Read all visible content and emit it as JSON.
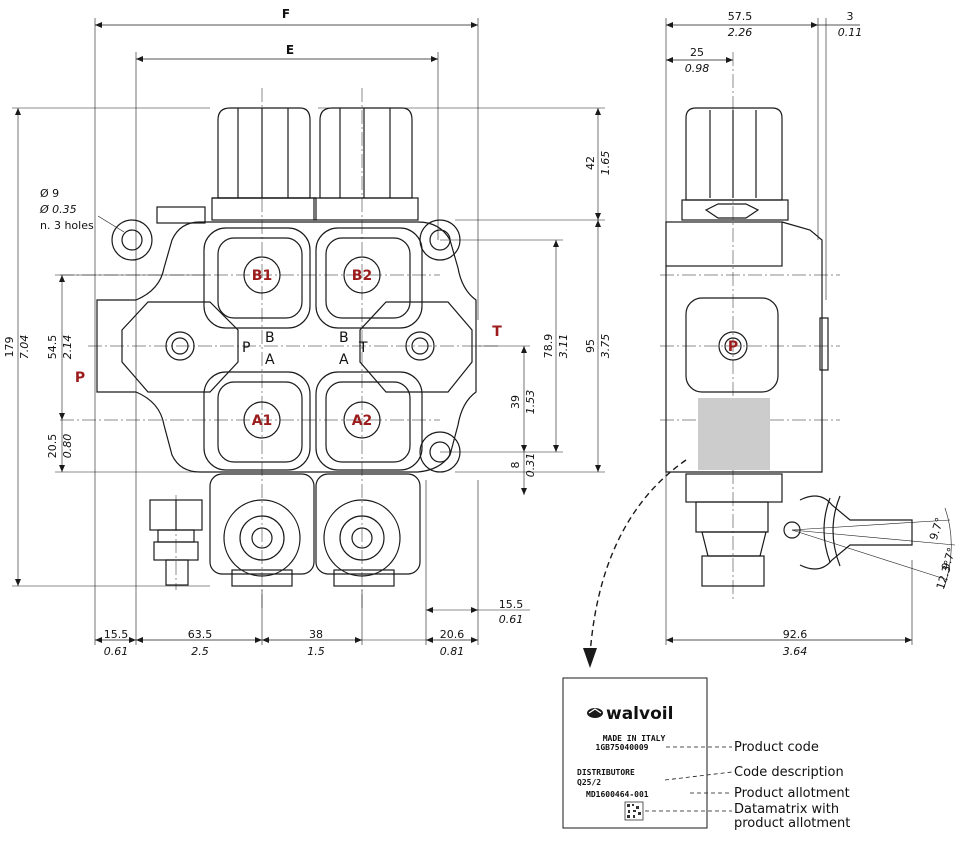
{
  "colors": {
    "line": "#1a1a1a",
    "port_label": "#9b1c1c",
    "datamatrix_area": "#cccccc"
  },
  "front_view": {
    "overall_width_label": "F",
    "inner_width_label": "E",
    "hole_note": [
      "Ø 9",
      "Ø 0.35",
      "n. 3 holes"
    ],
    "ports": [
      "B1",
      "B2",
      "A1",
      "A2",
      "P"
    ],
    "inlet_label": "P",
    "tank_label": "T",
    "cast_letters": {
      "p": "P",
      "b1": "B",
      "a1": "A",
      "b2": "B",
      "a2": "A",
      "t": "T"
    },
    "left_dims": [
      {
        "mm": "179",
        "in": "7.04"
      },
      {
        "mm": "54.5",
        "in": "2.14"
      },
      {
        "mm": "20.5",
        "in": "0.80"
      }
    ],
    "right_dims": [
      {
        "mm": "42",
        "in": "1.65"
      },
      {
        "mm": "95",
        "in": "3.75"
      },
      {
        "mm": "78.9",
        "in": "3.11"
      },
      {
        "mm": "39",
        "in": "1.53"
      },
      {
        "mm": "8",
        "in": "0.31"
      }
    ],
    "bottom_dims": [
      {
        "mm": "15.5",
        "in": "0.61"
      },
      {
        "mm": "63.5",
        "in": "2.5"
      },
      {
        "mm": "38",
        "in": "1.5"
      },
      {
        "mm": "20.6",
        "in": "0.81"
      },
      {
        "mm": "15.5",
        "in": "0.61"
      }
    ]
  },
  "side_view": {
    "top_dims": [
      {
        "mm": "57.5",
        "in": "2.26"
      },
      {
        "mm": "3",
        "in": "0.11"
      },
      {
        "mm": "25",
        "in": "0.98"
      }
    ],
    "port_label": "P",
    "angles": [
      "9.7°",
      "9.7°",
      "12.3°"
    ],
    "bottom_dim": {
      "mm": "92.6",
      "in": "3.64"
    }
  },
  "nameplate": {
    "brand": "walvoil",
    "made_in": "MADE IN ITALY",
    "code": "1GB75040009",
    "desc_lines": [
      "DISTRIBUTORE",
      "Q25/2"
    ],
    "allotment": "MD1600464-001"
  },
  "legend": {
    "product_code": "Product code",
    "code_description": "Code description",
    "product_allotment": "Product allotment",
    "datamatrix_line1": "Datamatrix with",
    "datamatrix_line2": "product allotment"
  }
}
